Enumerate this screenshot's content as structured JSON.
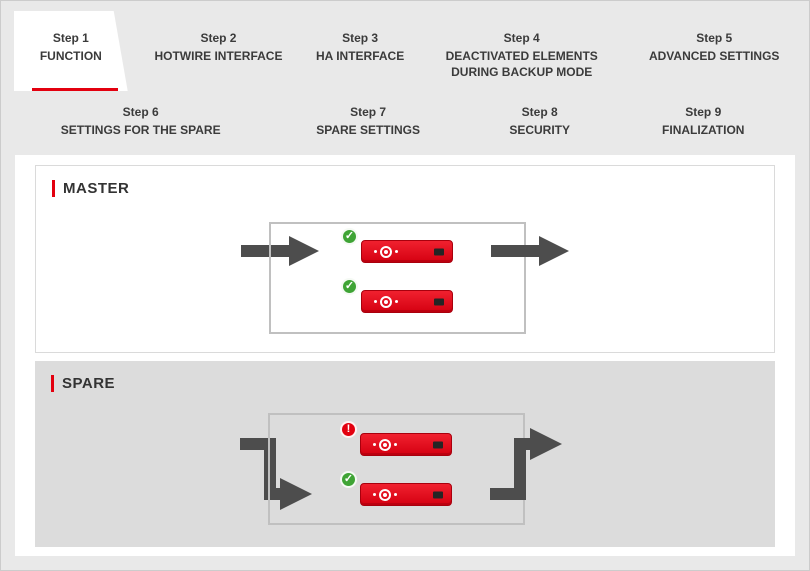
{
  "wizard": {
    "active_step": "Step 1",
    "steps": [
      {
        "step": "Step 1",
        "label": "FUNCTION"
      },
      {
        "step": "Step 2",
        "label": "HOTWIRE INTERFACE"
      },
      {
        "step": "Step 3",
        "label": "HA INTERFACE"
      },
      {
        "step": "Step 4",
        "label": "DEACTIVATED ELEMENTS DURING BACKUP MODE"
      },
      {
        "step": "Step 5",
        "label": "ADVANCED SETTINGS"
      },
      {
        "step": "Step 6",
        "label": "SETTINGS FOR THE SPARE"
      },
      {
        "step": "Step 7",
        "label": "SPARE SETTINGS"
      },
      {
        "step": "Step 8",
        "label": "SECURITY"
      },
      {
        "step": "Step 9",
        "label": "FINALIZATION"
      }
    ]
  },
  "panels": {
    "master": {
      "title": "MASTER",
      "devices": [
        {
          "status": "ok"
        },
        {
          "status": "ok"
        }
      ]
    },
    "spare": {
      "title": "SPARE",
      "devices": [
        {
          "status": "error"
        },
        {
          "status": "ok"
        }
      ]
    }
  },
  "icons": {
    "ok_badge": "✓",
    "error_badge": "!"
  },
  "colors": {
    "accent_red": "#e3000f",
    "ok_green": "#3fa435",
    "error_red": "#e3000f",
    "arrow_gray": "#4d4d4d"
  }
}
